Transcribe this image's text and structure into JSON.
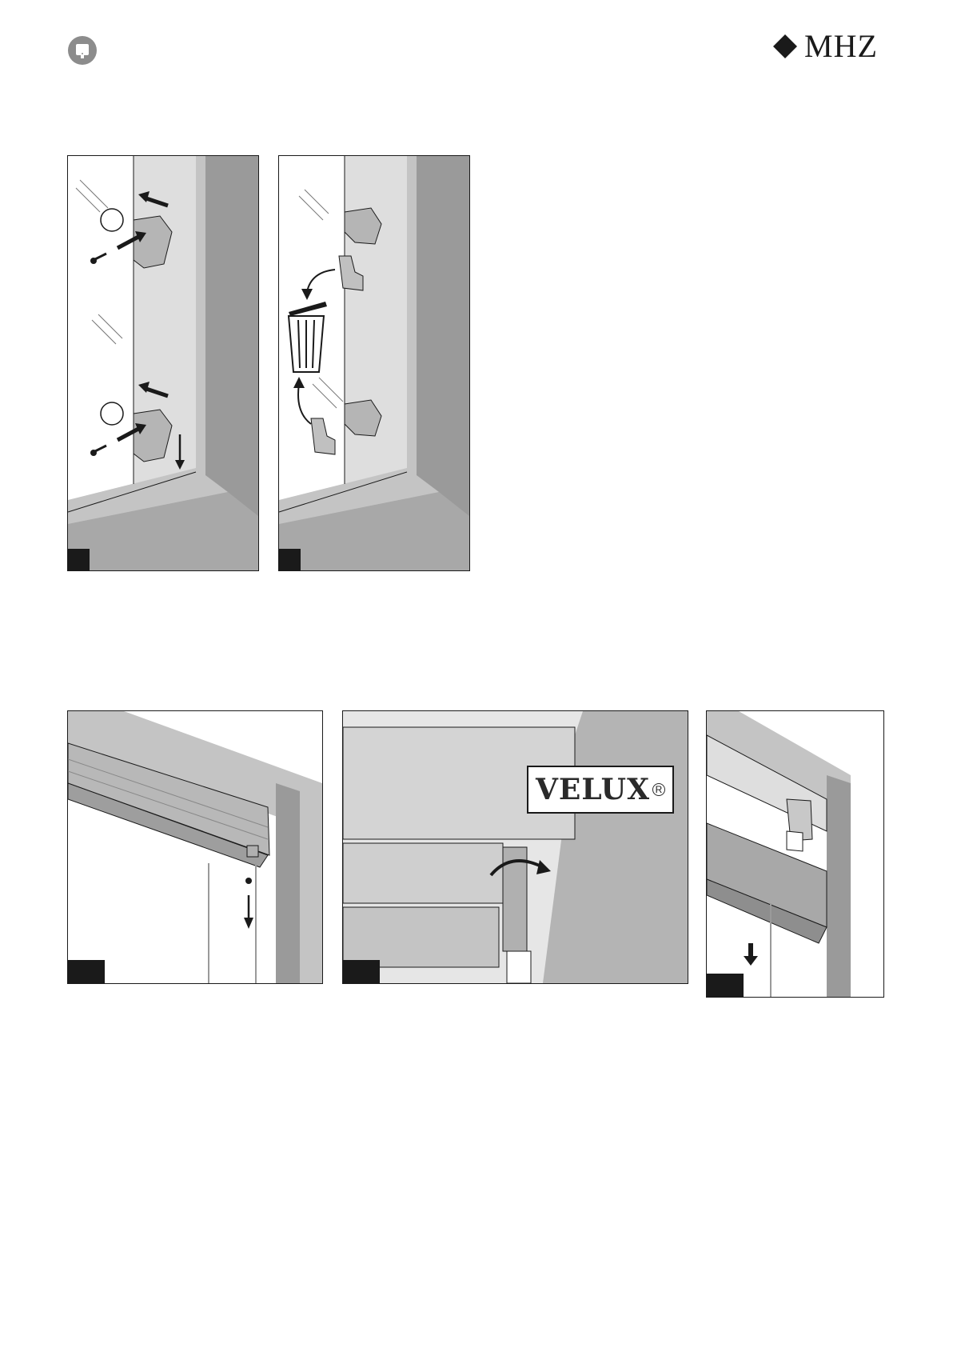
{
  "header": {
    "brand": "MHZ",
    "page_icon": "info-screen-icon"
  },
  "figures": [
    {
      "id": "step-1",
      "icons": [
        "screw-icon",
        "bracket-icon",
        "arrow-icon"
      ]
    },
    {
      "id": "step-2",
      "icons": [
        "trash-bin-icon",
        "curved-arrow-icon",
        "bracket-icon"
      ]
    },
    {
      "id": "step-3",
      "icons": [
        "screw-icon",
        "arrow-down-icon"
      ]
    },
    {
      "id": "step-4",
      "icons": [
        "rotate-arrow-icon",
        "screwdriver-icon"
      ],
      "brand_label": "VELUX",
      "registered_mark": "R"
    },
    {
      "id": "step-5",
      "icons": [
        "clip-icon",
        "arrow-down-icon"
      ]
    }
  ],
  "colors": {
    "frame_dark": "#9a9a9a",
    "frame_mid": "#c4c4c4",
    "frame_light": "#dedede",
    "ink": "#1a1a1a",
    "icon_grey": "#8c8c8c"
  }
}
